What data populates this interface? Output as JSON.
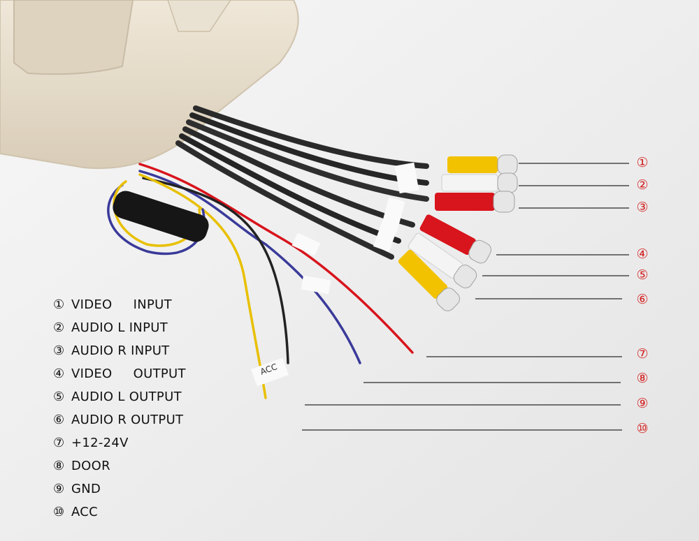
{
  "legend": [
    {
      "num": "①",
      "label": "VIDEO     INPUT"
    },
    {
      "num": "②",
      "label": "AUDIO L INPUT"
    },
    {
      "num": "③",
      "label": "AUDIO R INPUT"
    },
    {
      "num": "④",
      "label": "VIDEO     OUTPUT"
    },
    {
      "num": "⑤",
      "label": "AUDIO L OUTPUT"
    },
    {
      "num": "⑥",
      "label": "AUDIO R OUTPUT"
    },
    {
      "num": "⑦",
      "label": "+12-24V"
    },
    {
      "num": "⑧",
      "label": "DOOR"
    },
    {
      "num": "⑨",
      "label": "GND"
    },
    {
      "num": "⑩",
      "label": "ACC"
    }
  ],
  "callouts": [
    "①",
    "②",
    "③",
    "④",
    "⑤",
    "⑥",
    "⑦",
    "⑧",
    "⑨",
    "⑩"
  ],
  "tag_text": "ACC",
  "colors": {
    "callout": "#d42020",
    "yellow_plug": "#f2c200",
    "white_plug": "#f4f4f4",
    "red_plug": "#d8141c",
    "cable": "#2a2a2a",
    "housing": "#e6dccb"
  }
}
